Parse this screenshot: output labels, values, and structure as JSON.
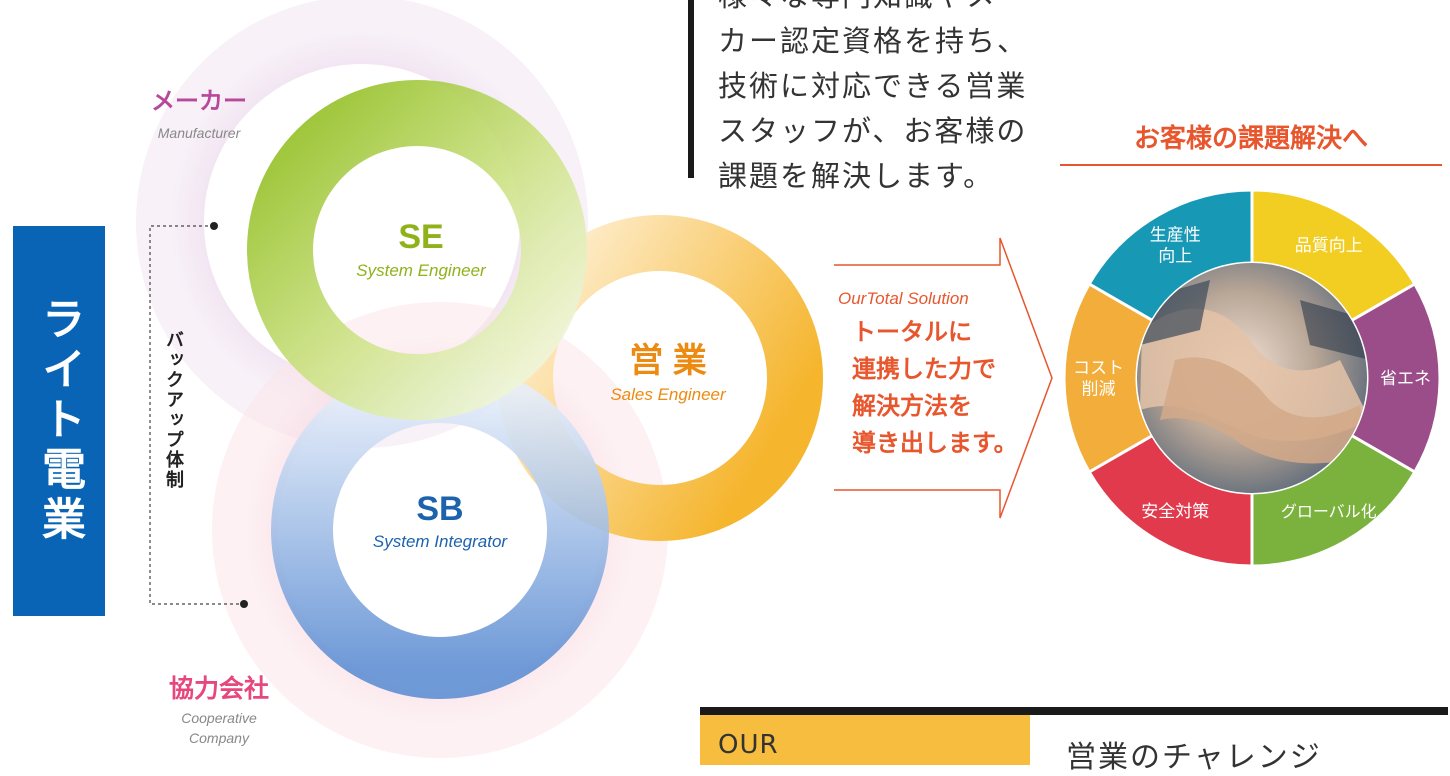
{
  "company": {
    "name": "ライト電業"
  },
  "backup_label": "バックアップ体制",
  "description_lines": [
    "様々な専門知識やメー",
    "カー認定資格を持ち、",
    "技術に対応できる営業",
    "スタッフが、お客様の",
    "課題を解決します。"
  ],
  "circles": {
    "maker": {
      "title": "メーカー",
      "subtitle": "Manufacturer"
    },
    "partner": {
      "title": "協力会社",
      "subtitle_line1": "Cooperative",
      "subtitle_line2": "Company"
    },
    "se": {
      "title": "SE",
      "subtitle": "System Engineer"
    },
    "sb": {
      "title": "SB",
      "subtitle": "System Integrator"
    },
    "sales": {
      "title": "営 業",
      "subtitle": "Sales Engineer"
    }
  },
  "solution": {
    "english": "OurTotal Solution",
    "lines": [
      "トータルに",
      "連携した力で",
      "解決方法を",
      "導き出します。"
    ]
  },
  "goals": {
    "title": "お客様の課題解決へ",
    "segments": [
      {
        "lines": [
          "生産性",
          "向上"
        ],
        "color": "#1799b6"
      },
      {
        "lines": [
          "品質向上"
        ],
        "color": "#f2cd22"
      },
      {
        "lines": [
          "省エネ"
        ],
        "color": "#9b4d8a"
      },
      {
        "lines": [
          "グローバル化"
        ],
        "color": "#7ab23d"
      },
      {
        "lines": [
          "安全対策"
        ],
        "color": "#e03a4c"
      },
      {
        "lines": [
          "コスト",
          "削減"
        ],
        "color": "#f2ad3a"
      }
    ]
  },
  "bottom": {
    "our_label": "OUR",
    "challenge_title": "営業のチャレンジ"
  },
  "colors": {
    "company": "#0a64b5",
    "maker": "#b8489a",
    "partner": "#e6477d",
    "se": "#8fb21b",
    "sb": "#1c62ad",
    "sales": "#ec8a12",
    "solution": "#e8562e"
  }
}
